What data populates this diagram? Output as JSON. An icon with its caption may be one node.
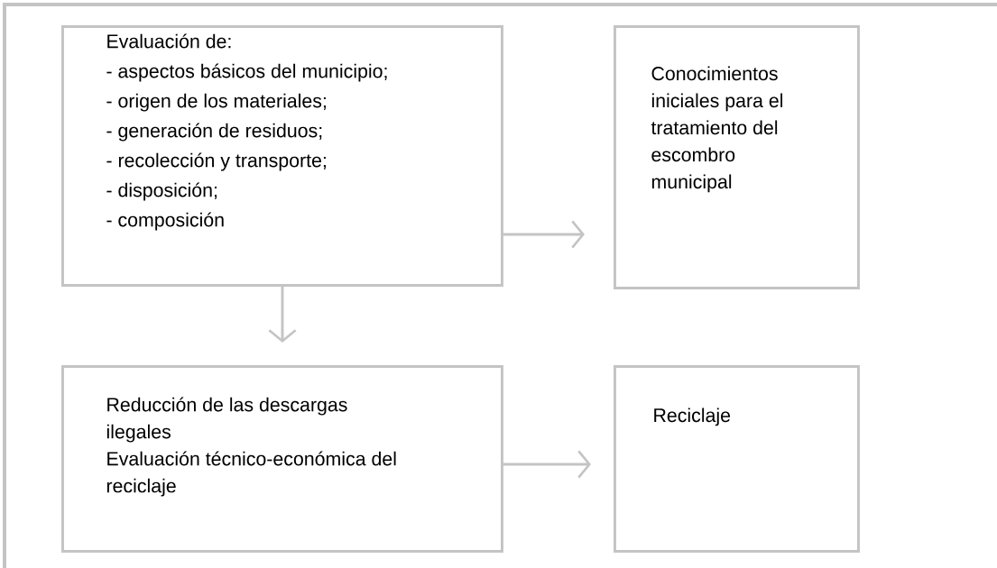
{
  "diagram": {
    "nodes": [
      {
        "text": [
          "Evaluación de:",
          "- aspectos básicos del municipio;",
          "- origen de los materiales;",
          "- generación de residuos;",
          "- recolección y transporte;",
          "- disposición;",
          "- composición"
        ]
      },
      {
        "text": [
          "Conocimientos iniciales para el tratamiento del escombro municipal"
        ]
      },
      {
        "text": [
          "Reducción de las descargas ilegales",
          "Evaluación técnico-económica del reciclaje"
        ]
      },
      {
        "text": [
          "Reciclaje"
        ]
      }
    ],
    "edges": [
      {
        "from": 0,
        "to": 1,
        "arrow": "to"
      },
      {
        "from": 0,
        "to": 2,
        "arrow": "to"
      },
      {
        "from": 2,
        "to": 3,
        "arrow": "to"
      }
    ]
  }
}
